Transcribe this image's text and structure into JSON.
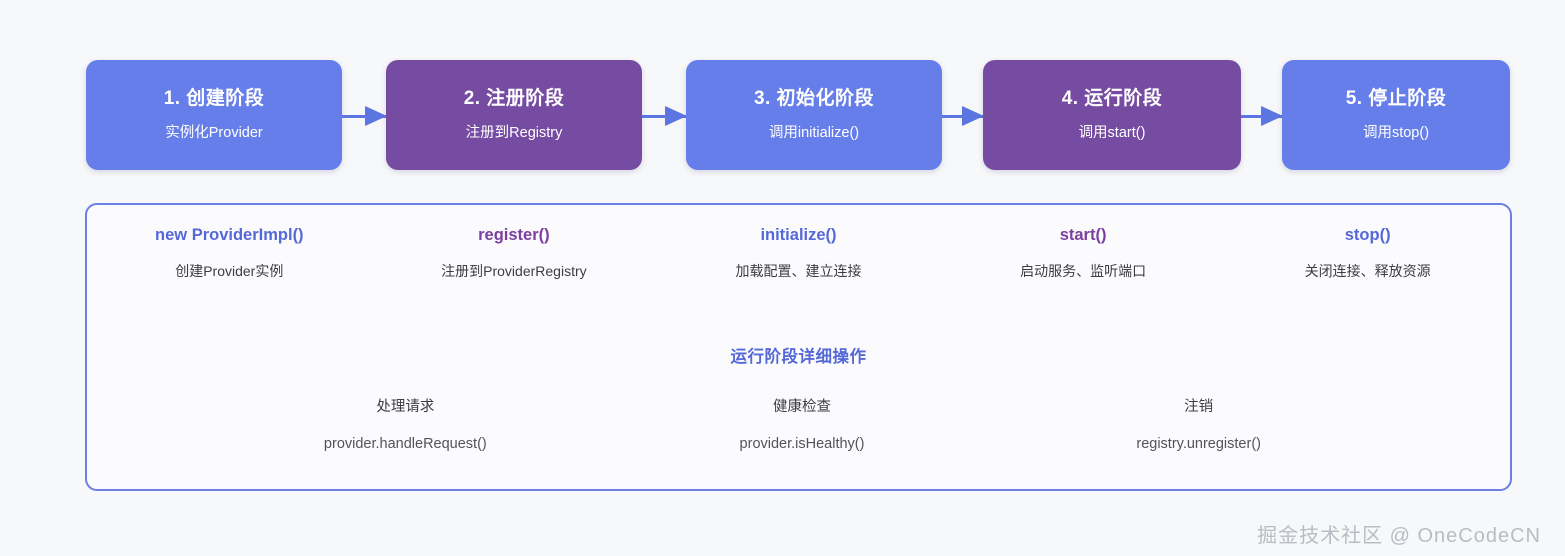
{
  "colors": {
    "indigo": "#667eea",
    "purple": "#764ba2",
    "arrow": "#5b76e0",
    "panel_border": "#6c7fe2",
    "background": "#f7f8fa",
    "op_indigo_text": "#5568d8",
    "op_purple_text": "#7b3fa0",
    "watermark": "#b9bcc4"
  },
  "phases": [
    {
      "title": "1. 创建阶段",
      "subtitle": "实例化Provider",
      "color": "indigo"
    },
    {
      "title": "2. 注册阶段",
      "subtitle": "注册到Registry",
      "color": "purple"
    },
    {
      "title": "3. 初始化阶段",
      "subtitle": "调用initialize()",
      "color": "indigo"
    },
    {
      "title": "4. 运行阶段",
      "subtitle": "调用start()",
      "color": "purple"
    },
    {
      "title": "5. 停止阶段",
      "subtitle": "调用stop()",
      "color": "indigo"
    }
  ],
  "connectors": [
    {
      "name": "arrow-1-to-2"
    },
    {
      "name": "arrow-2-to-3"
    },
    {
      "name": "arrow-3-to-4"
    },
    {
      "name": "arrow-4-to-5"
    }
  ],
  "detail_panel": {
    "operations": [
      {
        "name": "new ProviderImpl()",
        "desc": "创建Provider实例",
        "color": "indigo"
      },
      {
        "name": "register()",
        "desc": "注册到ProviderRegistry",
        "color": "purple"
      },
      {
        "name": "initialize()",
        "desc": "加载配置、建立连接",
        "color": "indigo"
      },
      {
        "name": "start()",
        "desc": "启动服务、监听端口",
        "color": "purple"
      },
      {
        "name": "stop()",
        "desc": "关闭连接、释放资源",
        "color": "indigo"
      }
    ],
    "runtime_heading": "运行阶段详细操作",
    "runtime_items": [
      {
        "title": "处理请求",
        "code": "provider.handleRequest()"
      },
      {
        "title": "健康检查",
        "code": "provider.isHealthy()"
      },
      {
        "title": "注销",
        "code": "registry.unregister()"
      }
    ]
  },
  "watermark": "掘金技术社区 @ OneCodeCN"
}
